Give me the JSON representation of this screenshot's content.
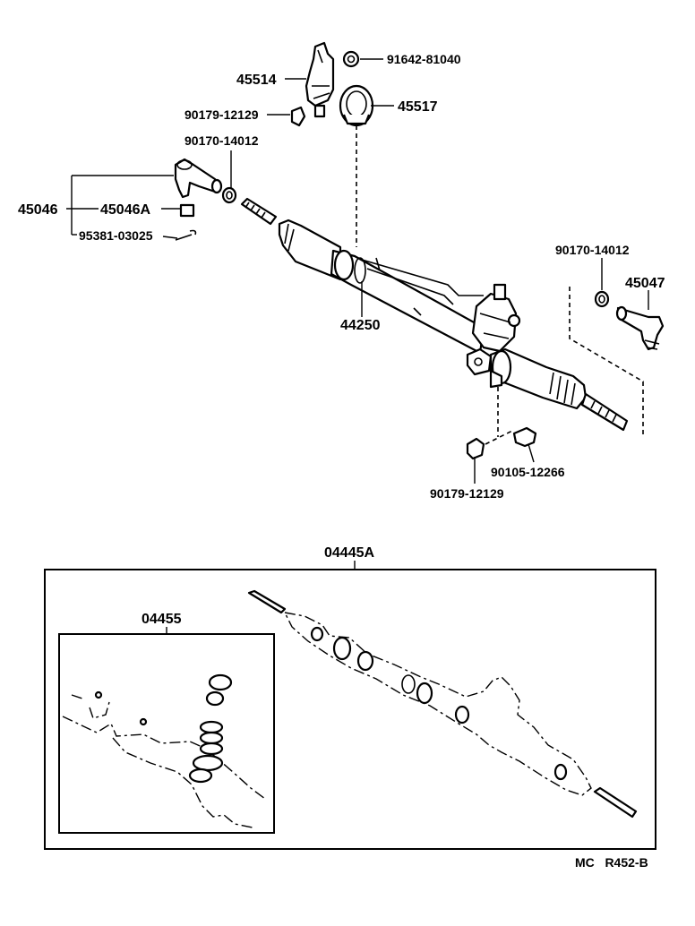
{
  "labels": {
    "p91642": "91642-81040",
    "p45514": "45514",
    "p45517": "45517",
    "p90179a": "90179-12129",
    "p90170a": "90170-14012",
    "p45046": "45046",
    "p45046A": "45046A",
    "p95381": "95381-03025",
    "p44250": "44250",
    "p90170b": "90170-14012",
    "p45047": "45047",
    "p90105": "90105-12266",
    "p90179b": "90179-12129",
    "p04445A": "04445A",
    "p04455": "04455",
    "footer": "MC   R452-B"
  }
}
